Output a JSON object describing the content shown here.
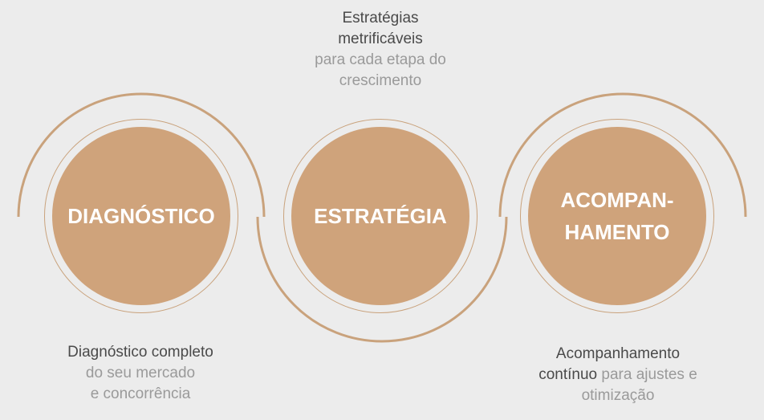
{
  "steps": [
    {
      "label_lines": [
        "DIAGNÓSTICO"
      ],
      "caption_strong": "Diagnóstico completo",
      "caption_muted_lines": [
        "do seu mercado",
        "e concorrência"
      ]
    },
    {
      "label_lines": [
        "ESTRATÉGIA"
      ],
      "caption_strong_lines": [
        "Estratégias",
        "metrificáveis"
      ],
      "caption_muted_lines": [
        "para cada etapa do",
        "crescimento"
      ]
    },
    {
      "label_lines": [
        "ACOMPAN-",
        "HAMENTO"
      ],
      "caption_strong_line1": "Acompanhamento",
      "caption_strong_line2": "contínuo",
      "caption_muted_inline": " para ajustes e",
      "caption_muted_line3": "otimização"
    }
  ],
  "colors": {
    "background": "#ececec",
    "disc": "#cfa37b",
    "ring": "#c9a27c",
    "text_strong": "#4a4a4a",
    "text_muted": "#9a9a9a"
  }
}
